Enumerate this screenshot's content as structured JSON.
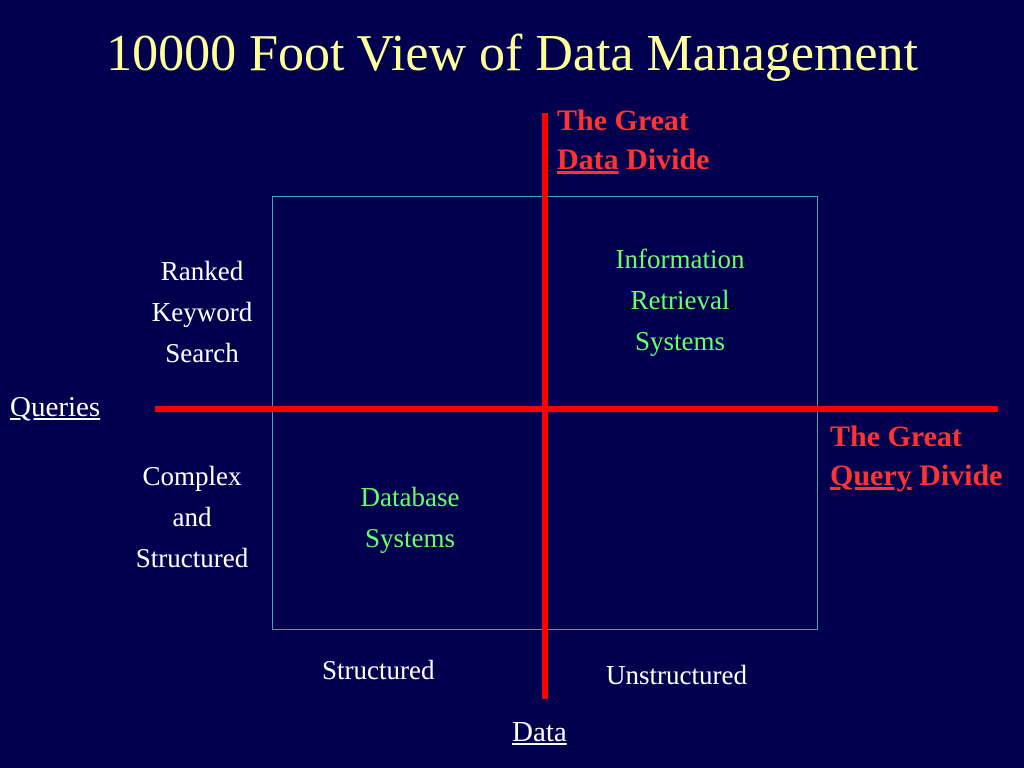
{
  "title": "10000 Foot View of Data Management",
  "data_divide": {
    "line1": "The Great",
    "underlined": "Data",
    "rest": " Divide"
  },
  "query_divide": {
    "line1": "The Great",
    "underlined": "Query",
    "rest": " Divide"
  },
  "quadrants": {
    "top_right": [
      "Information",
      "Retrieval",
      "Systems"
    ],
    "bottom_left": [
      "Database",
      "Systems"
    ]
  },
  "row_labels": {
    "top": [
      "Ranked",
      "Keyword",
      "Search"
    ],
    "bottom": [
      "Complex",
      "and",
      "Structured"
    ]
  },
  "column_labels": {
    "left": "Structured",
    "right": "Unstructured"
  },
  "axes": {
    "vertical_axis": "Queries",
    "horizontal_axis": "Data"
  },
  "colors": {
    "background": "#00004f",
    "title": "#ffff99",
    "divide_text": "#ff3333",
    "divider_line": "#ff0000",
    "quadrant_text": "#66ff66",
    "box_border": "#3fa8a8"
  }
}
